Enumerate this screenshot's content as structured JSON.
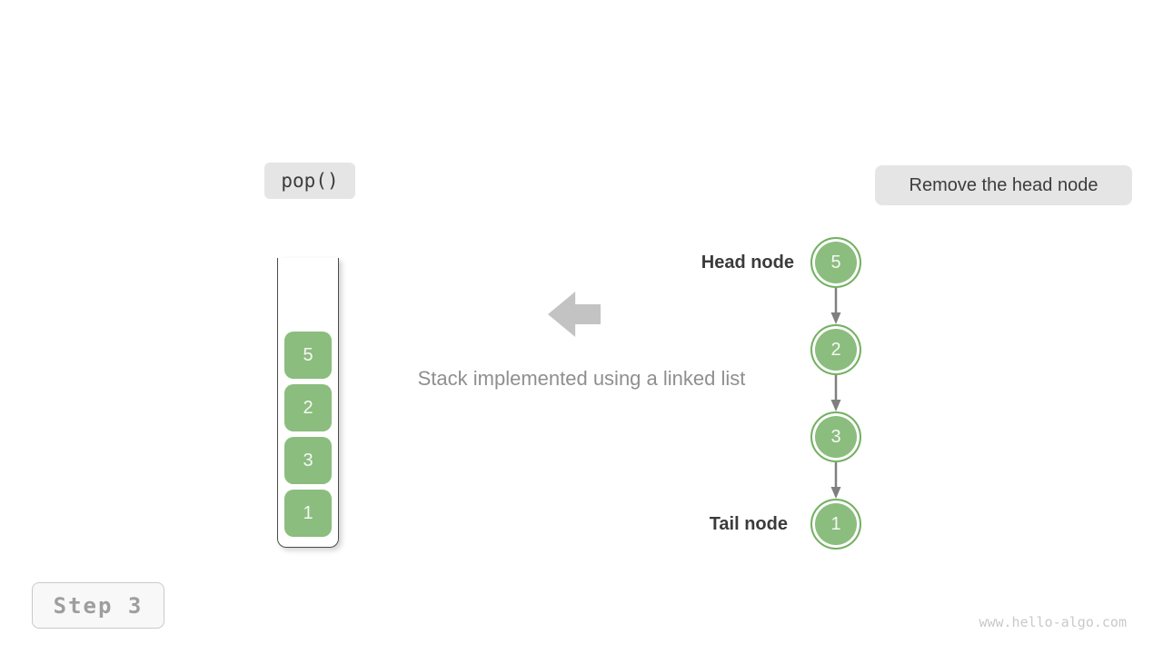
{
  "labels": {
    "operation": "pop()",
    "description": "Remove the head node",
    "caption": "Stack implemented using a linked list",
    "head_node": "Head node",
    "tail_node": "Tail node",
    "step": "Step 3",
    "watermark": "www.hello-algo.com"
  },
  "stack": {
    "items_top_to_bottom": [
      "5",
      "2",
      "3",
      "1"
    ]
  },
  "linked_list": {
    "nodes_head_to_tail": [
      "5",
      "2",
      "3",
      "1"
    ]
  },
  "icons": {
    "big_arrow": "left-block-arrow",
    "link_arrow": "down-arrow"
  },
  "colors": {
    "node_green_fill": "#8bbd7e",
    "node_green_border": "#74b163",
    "label_background": "#e5e5e5",
    "dark_text": "#3c3c3c",
    "muted_text": "#8f8f8f",
    "block_arrow_gray": "#c3c3c3",
    "link_arrow_gray": "#7f7f7f",
    "step_text": "#9e9e9e",
    "watermark_text": "#c9c9c9",
    "container_border": "#4a4a4a"
  }
}
